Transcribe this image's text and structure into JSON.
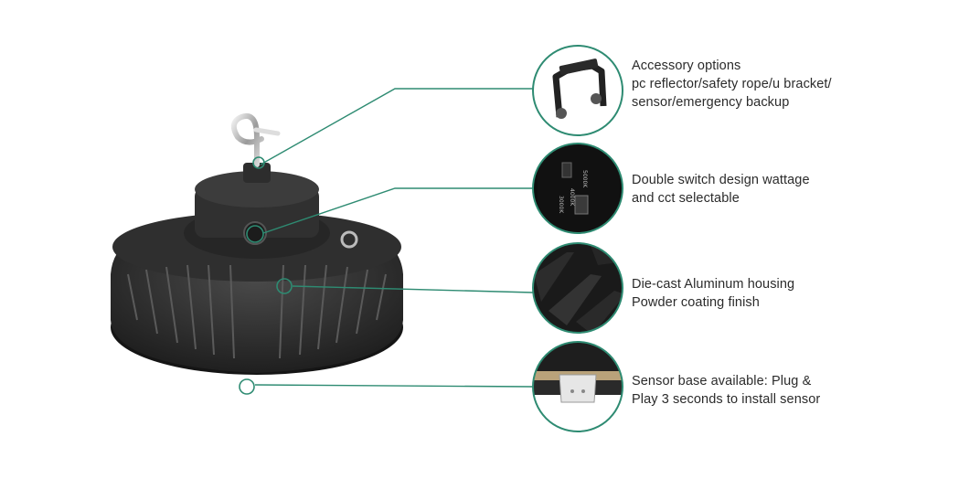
{
  "product": {
    "name": "ufo-high-bay-light"
  },
  "colors": {
    "callout_line": "#2e8b72",
    "housing": "#2a2a2a",
    "text": "#2b2b2b"
  },
  "features": [
    {
      "id": "accessory",
      "lines": [
        "Accessory options",
        "pc reflector/safety rope/u bracket/",
        "sensor/emergency backup"
      ],
      "icon": "u-bracket-thumbnail"
    },
    {
      "id": "switch",
      "lines": [
        "Double switch design wattage",
        "and cct selectable"
      ],
      "icon": "dip-switch-thumbnail",
      "switch_labels": [
        "3000K",
        "4000K",
        "5000K"
      ]
    },
    {
      "id": "housing",
      "lines": [
        "Die-cast Aluminum housing",
        "Powder coating finish"
      ],
      "icon": "heatsink-fin-thumbnail"
    },
    {
      "id": "sensor",
      "lines": [
        "Sensor base available: Plug &",
        "Play 3 seconds to install sensor"
      ],
      "icon": "sensor-base-thumbnail"
    }
  ]
}
